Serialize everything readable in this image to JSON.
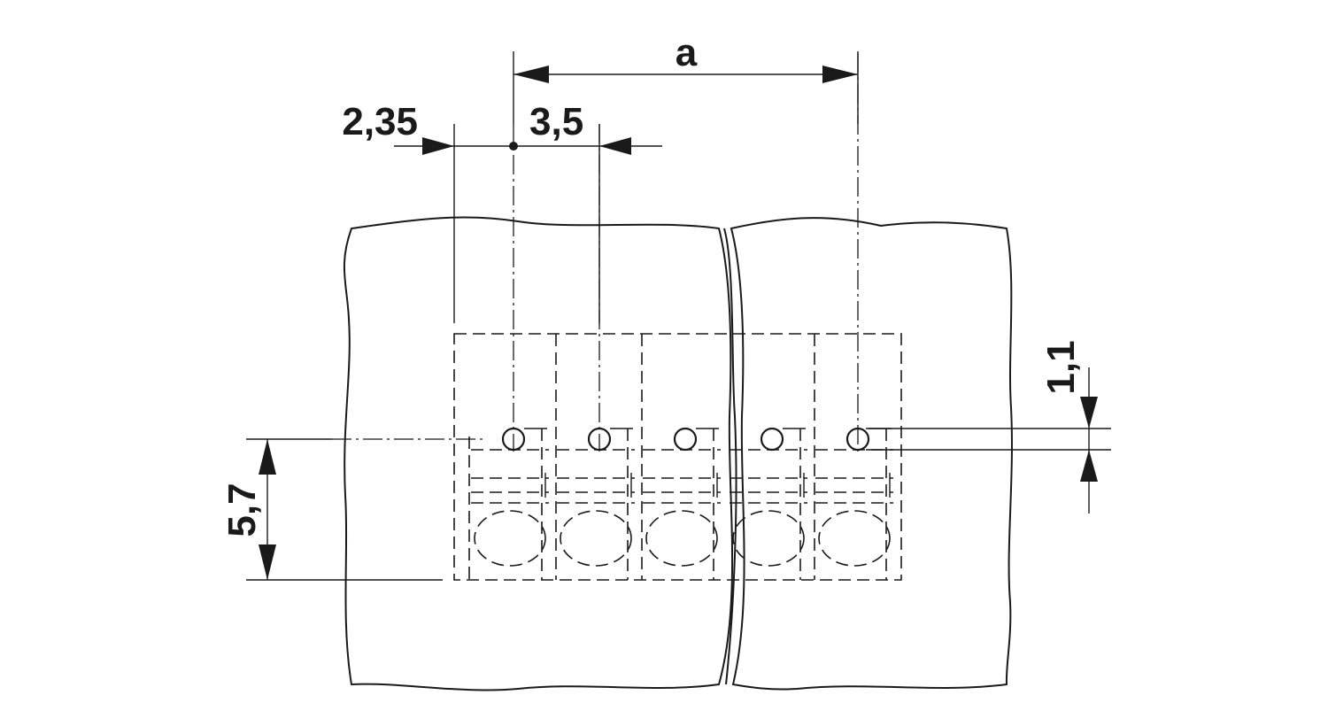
{
  "dimensions": {
    "pitch_span": "a",
    "offset_left": "2,35",
    "pitch": "3,5",
    "row_height": "5,7",
    "hole_diameter": "1,1"
  },
  "pin_count_shown": 5
}
